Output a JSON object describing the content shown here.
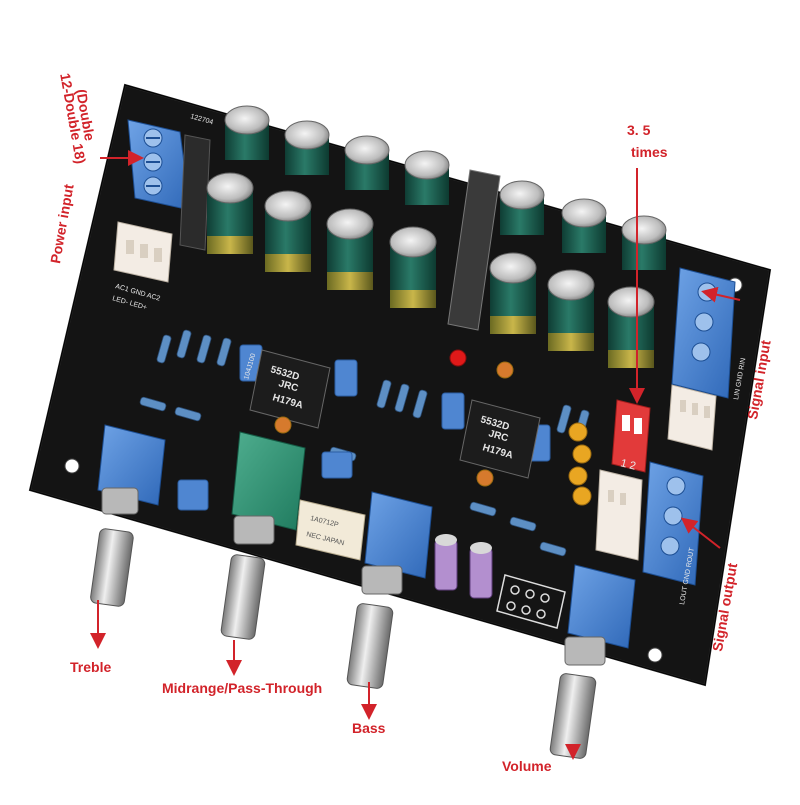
{
  "annotations": {
    "power_input": {
      "line1": "(Double",
      "line2": "12-Double 18)",
      "line3": "Power input"
    },
    "gain": {
      "line1": "3. 5",
      "line2": "times"
    },
    "signal_input": "Signal input",
    "signal_output": "Signal output",
    "treble": "Treble",
    "midrange": "Midrange/Pass-Through",
    "bass": "Bass",
    "volume": "Volume"
  },
  "chips": [
    {
      "line1": "5532D",
      "line2": "JRC",
      "line3": "H179A"
    },
    {
      "line1": "5532D",
      "line2": "JRC",
      "line3": "H179A"
    }
  ],
  "silkscreen": {
    "board_code": "122704",
    "power_pins": "AC1 GND AC2",
    "led_pins": "LED- LED+",
    "input_pins": "LIN GND RIN",
    "output_pins": "LOUT GND ROUT",
    "switch_numbers": "1 2",
    "resistor_code": "104J100",
    "relay_label": "NEC JAPAN",
    "relay_code": "1A0712P"
  },
  "colors": {
    "annotation": "#d2232a",
    "pcb": "#121212",
    "terminal_block": "#2f7fd6",
    "potentiometer": "#4a82cc",
    "capacitor": "#1f5c50",
    "dip_switch": "#e23a3a"
  }
}
